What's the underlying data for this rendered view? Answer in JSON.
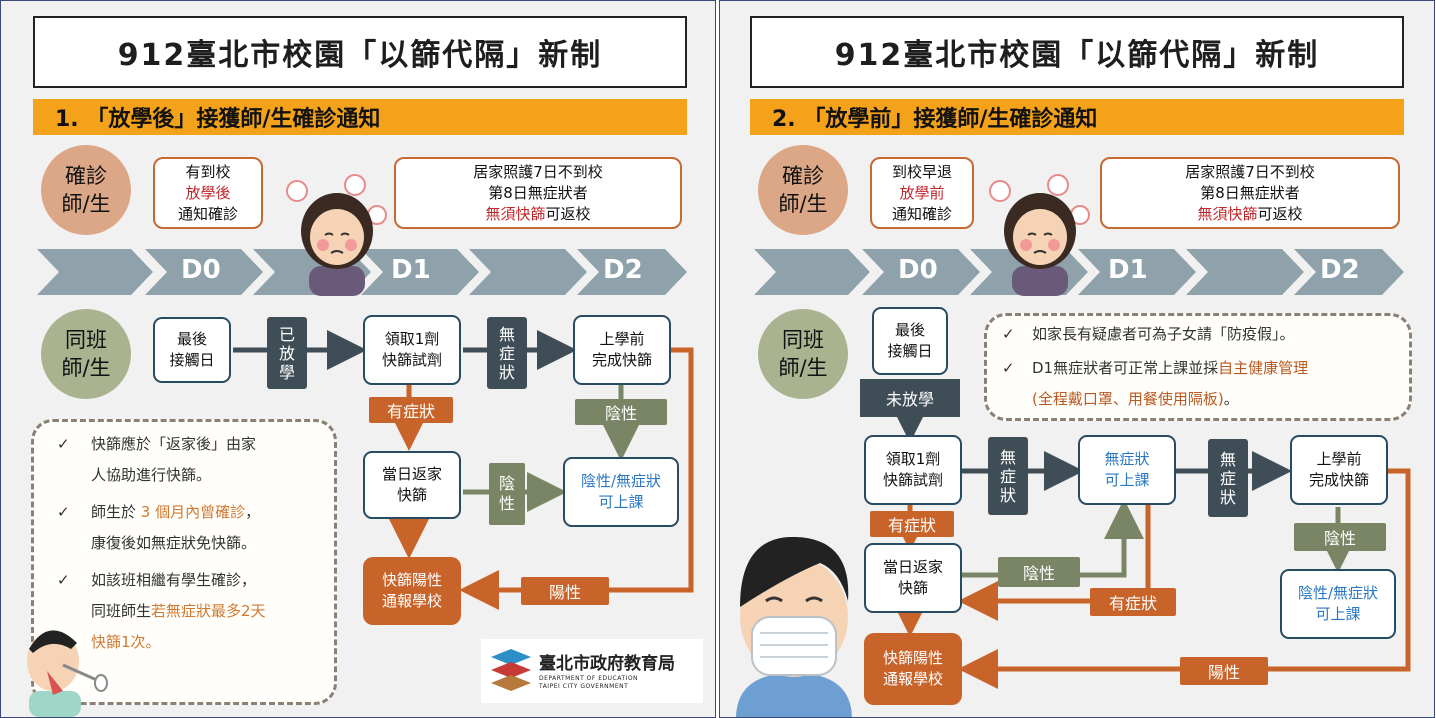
{
  "left": {
    "title": "912臺北市校園「以篩代隔」新制",
    "section": "1. 「放學後」接獲師/生確診通知",
    "confirmed_circle": [
      "確診",
      "師/生"
    ],
    "confirmed_box": {
      "l1": "有到校",
      "l2": "放學後",
      "l3": "通知確診"
    },
    "home_box": {
      "l1": "居家照護7日不到校",
      "l2": "第8日無症狀者",
      "l3a": "無須快篩",
      "l3b": "可返校"
    },
    "days": [
      "D0",
      "D1",
      "D2"
    ],
    "classmates_circle": [
      "同班",
      "師/生"
    ],
    "last_contact": [
      "最後",
      "接觸日"
    ],
    "after_school_vertical": [
      "已",
      "放",
      "學"
    ],
    "get_kit": [
      "領取1劑",
      "快篩試劑"
    ],
    "no_sym_vertical": [
      "無",
      "症",
      "狀"
    ],
    "before_school": [
      "上學前",
      "完成快篩"
    ],
    "has_symptom": "有症狀",
    "negative1": "陰性",
    "same_day": [
      "當日返家",
      "快篩"
    ],
    "negative_vertical": [
      "陰",
      "性"
    ],
    "neg_attend": [
      "陰性/無症狀",
      "可上課"
    ],
    "positive_report": [
      "快篩陽性",
      "通報學校"
    ],
    "positive": "陽性",
    "notes": [
      {
        "a": "快篩應於「返家後」由家",
        "b": "人協助進行快篩。"
      },
      {
        "a1": "師生於 ",
        "a2": "3 個月內曾確診",
        "a3": "，",
        "b": "康復後如無症狀免快篩。"
      },
      {
        "a": "如該班相繼有學生確診，",
        "b1": "同班師生",
        "b2": "若無症狀最多2天",
        "c": "快篩1次。"
      }
    ],
    "check": "✓",
    "logo": {
      "title": "臺北市政府教育局",
      "sub1": "DEPARTMENT OF EDUCATION",
      "sub2": "TAIPEI CITY GOVERNMENT"
    }
  },
  "right": {
    "title": "912臺北市校園「以篩代隔」新制",
    "section": "2. 「放學前」接獲師/生確診通知",
    "confirmed_circle": [
      "確診",
      "師/生"
    ],
    "confirmed_box": {
      "l1": "到校早退",
      "l2": "放學前",
      "l3": "通知確診"
    },
    "home_box": {
      "l1": "居家照護7日不到校",
      "l2": "第8日無症狀者",
      "l3a": "無須快篩",
      "l3b": "可返校"
    },
    "days": [
      "D0",
      "D1",
      "D2"
    ],
    "classmates_circle": [
      "同班",
      "師/生"
    ],
    "last_contact": [
      "最後",
      "接觸日"
    ],
    "not_left": "未放學",
    "notes": [
      {
        "a": "如家長有疑慮者可為子女請「防疫假」。"
      },
      {
        "a1": "D1無症狀者可正常上課並採",
        "a2": "自主健康管理"
      },
      {
        "b": "(全程戴口罩、用餐使用隔板)",
        "c": "。"
      }
    ],
    "get_kit": [
      "領取1劑",
      "快篩試劑"
    ],
    "no_sym_vertical": [
      "無",
      "症",
      "狀"
    ],
    "no_sym_attend": [
      "無症狀",
      "可上課"
    ],
    "no_sym_vertical2": [
      "無",
      "症",
      "狀"
    ],
    "before_school": [
      "上學前",
      "完成快篩"
    ],
    "has_symptom": "有症狀",
    "same_day": [
      "當日返家",
      "快篩"
    ],
    "negative1": "陰性",
    "has_symptom2": "有症狀",
    "negative2": "陰性",
    "neg_attend": [
      "陰性/無症狀",
      "可上課"
    ],
    "positive_report": [
      "快篩陽性",
      "通報學校"
    ],
    "positive": "陽性",
    "check": "✓"
  },
  "colors": {
    "orange": "#f5a21b",
    "brown": "#c8642a",
    "navy": "#274b60",
    "chevron": "#8fa2ab",
    "green_label": "#7a8566"
  }
}
